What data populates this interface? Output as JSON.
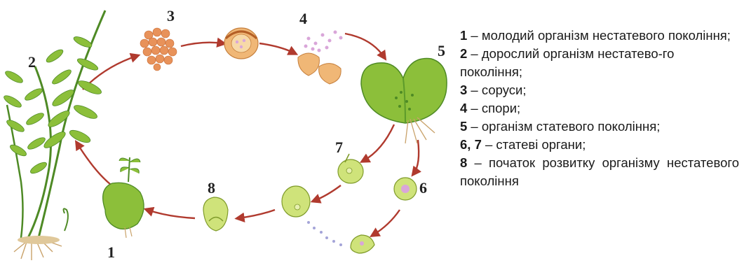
{
  "diagram": {
    "stage_numbers": [
      "1",
      "2",
      "3",
      "4",
      "5",
      "6",
      "7",
      "8"
    ]
  },
  "legend": [
    {
      "key": "1",
      "text": " – молодий організм нестатевого покоління;"
    },
    {
      "key": "2",
      "text": " – дорослий організм нестатево-го покоління;"
    },
    {
      "key": "3",
      "text": " – соруси;"
    },
    {
      "key": "4",
      "text": " – спори;"
    },
    {
      "key": "5",
      "text": " – організм статевого покоління;"
    },
    {
      "key": "6, 7",
      "text": " – статеві органи;"
    },
    {
      "key": "8",
      "text": " – початок розвитку організму нестатевого покоління"
    }
  ],
  "colors": {
    "arrow": "#b03a2e",
    "leaf_green": "#8cbf3a",
    "dark_green": "#4e8a25",
    "sorus_orange": "#e8925a",
    "spore_pink": "#d9a6d9",
    "root_tan": "#d6b98a"
  }
}
